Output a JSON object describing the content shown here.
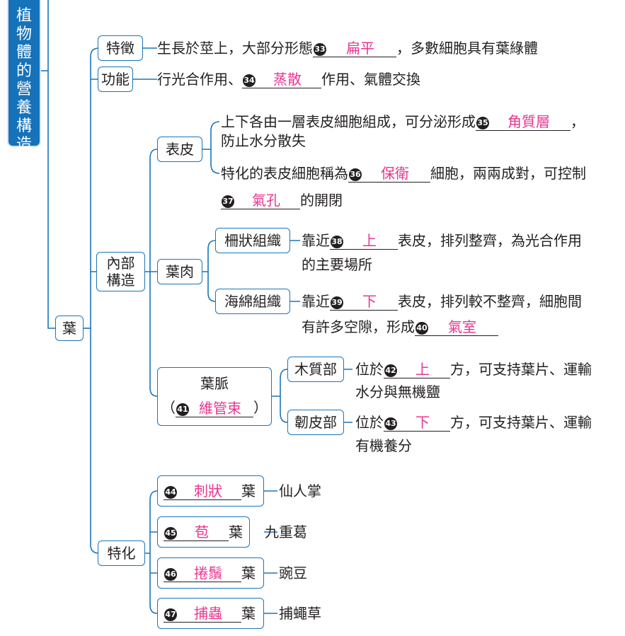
{
  "title": [
    "植",
    "物",
    "體",
    "的",
    "營",
    "養",
    "構",
    "造"
  ],
  "root": "葉",
  "branches": {
    "feature": "特徵",
    "function": "功能",
    "internal": "內部構造",
    "special": "特化"
  },
  "feature": {
    "pre": "生長於莖上，大部分形態",
    "num": "33",
    "answer": "扁平",
    "post": "，多數細胞具有葉綠體"
  },
  "function": {
    "pre": "行光合作用、",
    "num": "34",
    "answer": "蒸散",
    "post": "作用、氣體交換"
  },
  "epidermis": {
    "label": "表皮",
    "line1_pre": "上下各由一層表皮細胞組成，可分泌形成",
    "num35": "35",
    "answer35": "角質層",
    "line1_post": "，",
    "line2": "防止水分散失",
    "line3_pre": "特化的表皮細胞稱為",
    "num36": "36",
    "answer36": "保衛",
    "line3_post": "細胞，兩兩成對，可控制",
    "num37": "37",
    "answer37": "氣孔",
    "line4_post": "的開閉"
  },
  "mesophyll": {
    "label": "葉肉",
    "palisade": {
      "label": "柵狀組織",
      "pre": "靠近",
      "num": "38",
      "answer": "上",
      "post": "表皮，排列整齊，為光合作用",
      "line2": "的主要場所"
    },
    "spongy": {
      "label": "海綿組織",
      "pre": "靠近",
      "num": "39",
      "answer": "下",
      "post": "表皮，排列較不整齊，細胞間",
      "line2_pre": "有許多空隙，形成",
      "num40": "40",
      "answer40": "氣室"
    }
  },
  "vein": {
    "label": "葉脈",
    "paren_open": "（",
    "num": "41",
    "answer": "維管束",
    "paren_close": "）",
    "xylem": {
      "label": "木質部",
      "pre": "位於",
      "num": "42",
      "answer": "上",
      "post": "方，可支持葉片、運輸",
      "line2": "水分與無機鹽"
    },
    "phloem": {
      "label": "韌皮部",
      "pre": "位於",
      "num": "43",
      "answer": "下",
      "post": "方，可支持葉片、運輸",
      "line2": "有機養分"
    }
  },
  "specialized": [
    {
      "num": "44",
      "answer": "刺狀",
      "suffix": "葉",
      "example": "仙人掌"
    },
    {
      "num": "45",
      "answer": "苞",
      "suffix": "葉",
      "example": "九重葛"
    },
    {
      "num": "46",
      "answer": "捲鬚",
      "suffix": "葉",
      "example": "豌豆"
    },
    {
      "num": "47",
      "answer": "捕蟲",
      "suffix": "葉",
      "example": "捕蠅草"
    }
  ],
  "colors": {
    "line": "#1b75bb",
    "title_bg": "#1672b9",
    "answer": "#e8368f"
  }
}
